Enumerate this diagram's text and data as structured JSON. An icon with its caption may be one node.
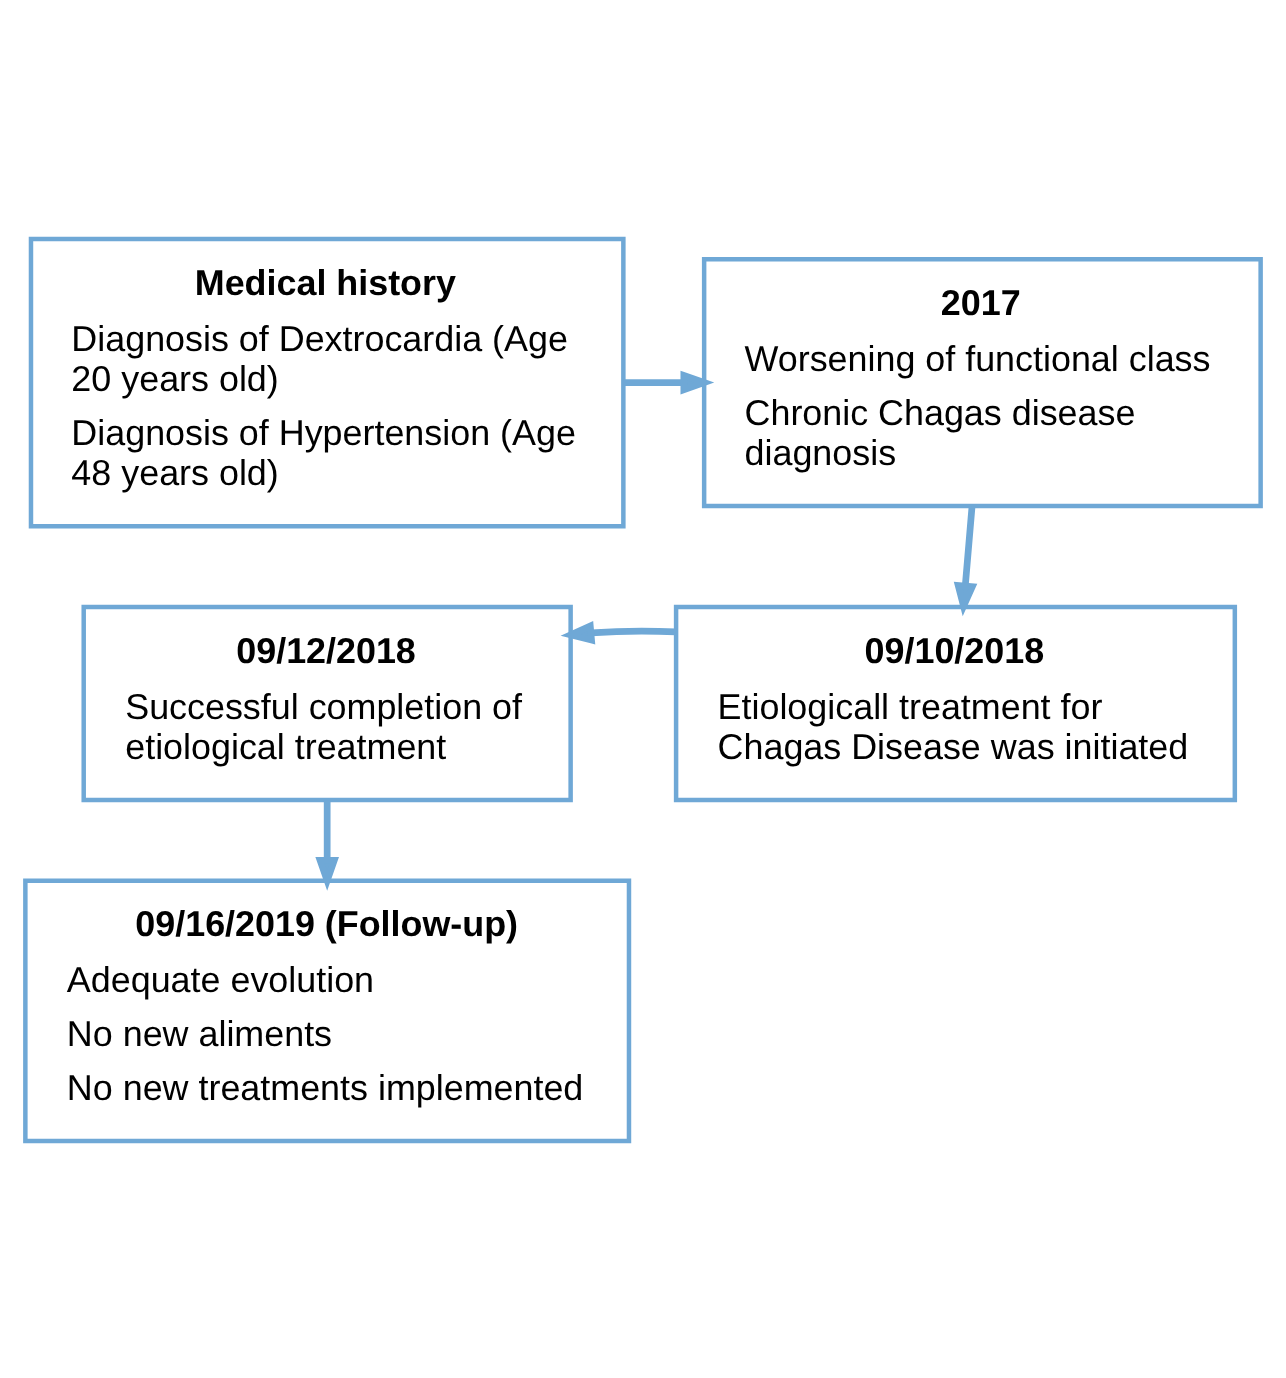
{
  "diagram": {
    "nodes": [
      {
        "text": [
          "Medical history",
          "Diagnosis of Dextrocardia (Age 20 years old)",
          "Diagnosis of Hypertension (Age 48 years old)"
        ]
      },
      {
        "text": [
          "2017",
          "Worsening of functional class",
          "Chronic Chagas disease diagnosis"
        ]
      },
      {
        "text": [
          "09/12/2018",
          "Successful completion of etiological treatment"
        ]
      },
      {
        "text": [
          "09/10/2018",
          "Etiologicall treatment for Chagas Disease was initiated"
        ]
      },
      {
        "text": [
          "09/16/2019 (Follow-up)",
          "Adequate evolution",
          "No new aliments",
          "No new treatments implemented"
        ]
      }
    ],
    "edges": [
      {
        "from": 0,
        "to": 1,
        "arrow": "to"
      },
      {
        "from": 1,
        "to": 3,
        "arrow": "to"
      },
      {
        "from": 3,
        "to": 2,
        "arrow": "to"
      },
      {
        "from": 2,
        "to": 4,
        "arrow": "to"
      }
    ]
  }
}
